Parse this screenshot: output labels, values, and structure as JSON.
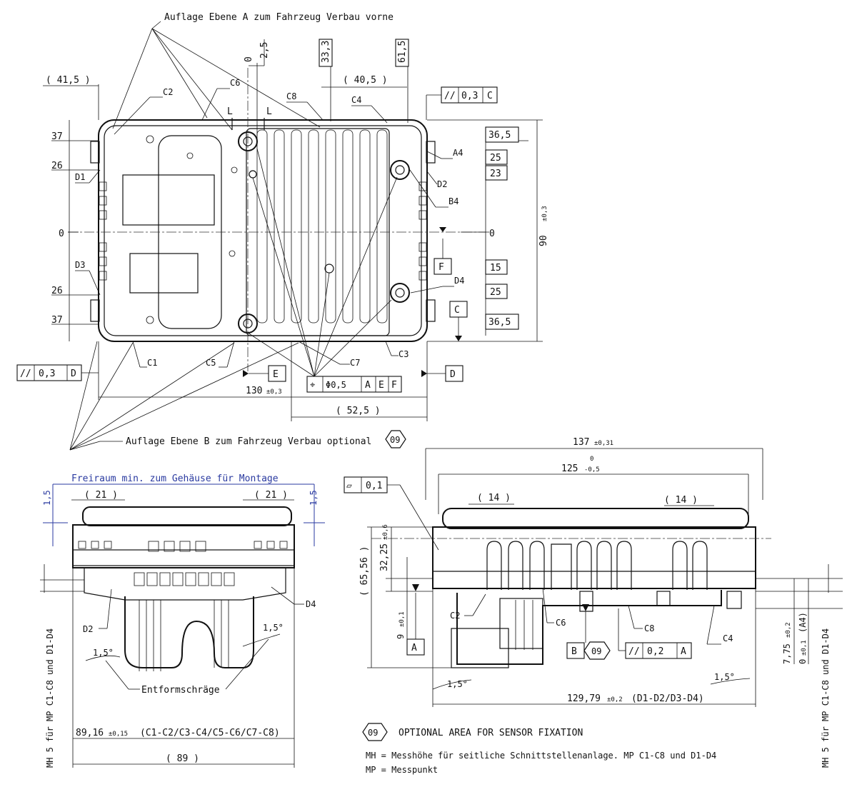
{
  "notes": {
    "plane_a": "Auflage Ebene A zum Fahrzeug Verbau vorne",
    "plane_b": "Auflage Ebene B zum Fahrzeug Verbau optional",
    "clearance": "Freiraum min. zum Gehäuse für Montage",
    "draft": "Entformschräge",
    "optional_area": "OPTIONAL AREA FOR SENSOR FIXATION",
    "mh_def": "MH = Messhöhe für seitliche Schnittstellenanlage. MP C1-C8 und D1-D4",
    "mp_def": "MP = Messpunkt",
    "mh_side": "MH 5 für MP C1-C8 und D1-D4",
    "hex_09": "09"
  },
  "points": {
    "c1": "C1",
    "c2": "C2",
    "c3": "C3",
    "c4": "C4",
    "c5": "C5",
    "c6": "C6",
    "c7": "C7",
    "c8": "C8",
    "d1": "D1",
    "d2": "D2",
    "d3": "D3",
    "d4": "D4",
    "a4": "A4",
    "b4": "B4",
    "l": "L",
    "zero": "0"
  },
  "datums": {
    "a": "A",
    "b": "B",
    "c": "C",
    "d": "D",
    "e": "E",
    "f": "F"
  },
  "top_view": {
    "d_41_5": "( 41,5 )",
    "d_40_5": "( 40,5 )",
    "d_2_5": "2,5",
    "d_33_3": "33,3",
    "d_61_5": "61,5",
    "d_37": "37",
    "d_26": "26",
    "d_36_5": "36,5",
    "d_25": "25",
    "d_23": "23",
    "d_15": "15",
    "d_90": "90",
    "d_90_tol": "±0,3",
    "d_130": "130",
    "d_130_tol": "±0,3",
    "d_52_5": "( 52,5 )",
    "tol_par": "//",
    "tol_03": "0,3",
    "pos_sym": "⌖",
    "pos_val": "Φ0,5"
  },
  "left_view": {
    "d_1_5": "1,5",
    "d_21": "( 21 )",
    "d_89_16": "89,16",
    "d_89_16_tol": "±0,15",
    "d_89_16_note": "(C1-C2/C3-C4/C5-C6/C7-C8)",
    "d_89": "( 89 )",
    "angle": "1,5°"
  },
  "right_view": {
    "d_137": "137",
    "d_137_tol": "±0,31",
    "d_125": "125",
    "d_125_up": "0",
    "d_125_low": "-0,5",
    "d_14": "( 14 )",
    "flat_sym": "▱",
    "flat_val": "0,1",
    "d_65_56": "( 65,56 )",
    "d_32_25": "32,25",
    "d_32_25_tol": "±0,6",
    "d_9": "9",
    "d_9_tol": "±0,1",
    "d_7_75": "7,75",
    "d_7_75_tol": "±0,2",
    "d_0": "0",
    "d_0_tol": "±0,1",
    "d_0_note": "(A4)",
    "d_129_79": "129,79",
    "d_129_79_tol": "±0,2",
    "d_129_79_note": "(D1-D2/D3-D4)",
    "par_val": "0,2",
    "angle": "1,5°"
  }
}
